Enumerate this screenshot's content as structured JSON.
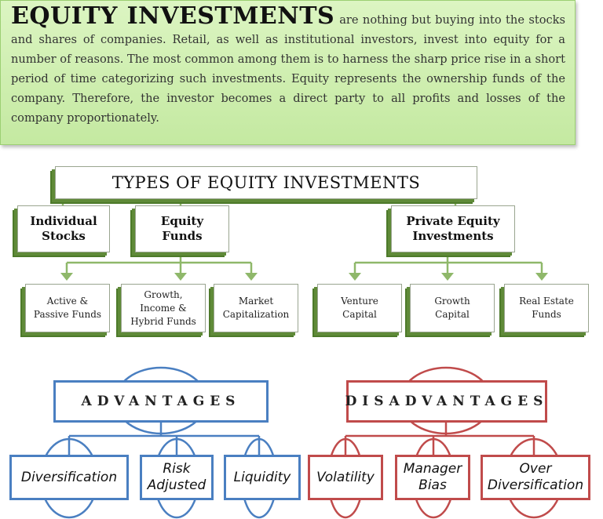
{
  "intro": {
    "heading": "EQUITY INVESTMENTS",
    "text": "are nothing but buying into the stocks and shares of companies. Retail, as well as institutional investors, invest into equity for a number of reasons. The most common among them is to harness the sharp price rise in a short period of time categorizing such investments. Equity represents the ownership funds of the company. Therefore, the investor becomes a direct party to all profits and losses of the company proportionately."
  },
  "types": {
    "title": "TYPES OF EQUITY INVESTMENTS",
    "individual": {
      "line1": "Individual",
      "line2": "Stocks"
    },
    "equity_funds": {
      "line1": "Equity",
      "line2": "Funds"
    },
    "private_equity": {
      "line1": "Private Equity",
      "line2": "Investments"
    },
    "active_passive": {
      "line1": "Active &",
      "line2": "Passive Funds"
    },
    "growth_income": {
      "line1": "Growth,",
      "line2": "Income &",
      "line3": "Hybrid Funds"
    },
    "market_cap": {
      "line1": "Market",
      "line2": "Capitalization"
    },
    "venture": {
      "line1": "Venture",
      "line2": "Capital"
    },
    "growth_capital": {
      "line1": "Growth",
      "line2": "Capital"
    },
    "real_estate": {
      "line1": "Real Estate",
      "line2": "Funds"
    }
  },
  "advantages": {
    "title": "ADVANTAGES",
    "diversification": "Diversification",
    "risk_line1": "Risk",
    "risk_line2": "Adjusted",
    "liquidity": "Liquidity"
  },
  "disadvantages": {
    "title": "DISADVANTAGES",
    "volatility": "Volatility",
    "manager_line1": "Manager",
    "manager_line2": "Bias",
    "over_line1": "Over",
    "over_line2": "Diversification"
  },
  "colors": {
    "green_line": "#8fb86a",
    "green_box": "#5f8a38",
    "blue": "#4a7fc1",
    "red": "#c04b4b"
  }
}
